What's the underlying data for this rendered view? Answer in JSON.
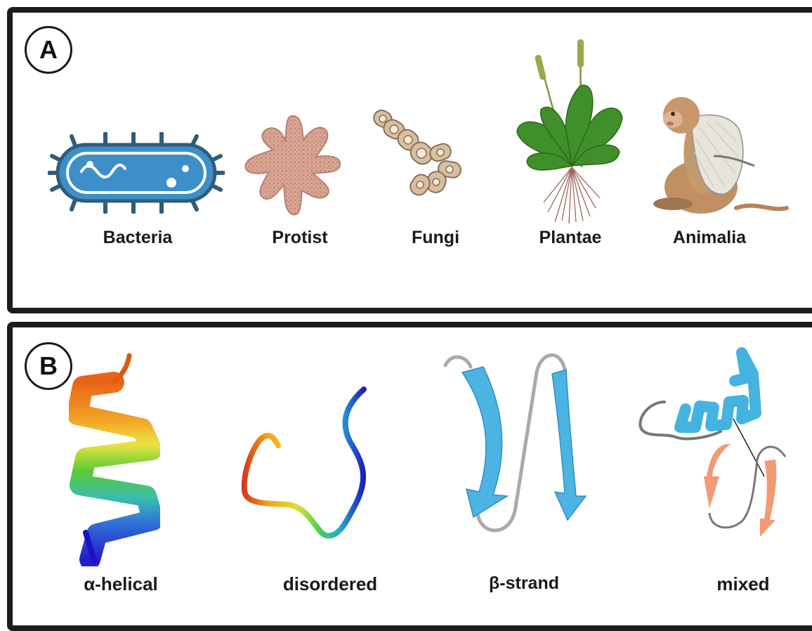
{
  "panel_a": {
    "badge": "A",
    "items": [
      {
        "label": "Bacteria",
        "icon": "bacteria-icon"
      },
      {
        "label": "Protist",
        "icon": "protist-icon"
      },
      {
        "label": "Fungi",
        "icon": "fungi-icon"
      },
      {
        "label": "Plantae",
        "icon": "plant-icon"
      },
      {
        "label": "Animalia",
        "icon": "monkey-icon"
      }
    ]
  },
  "panel_b": {
    "badge": "B",
    "items": [
      {
        "label": "α-helical",
        "icon": "alpha-helix-icon"
      },
      {
        "label": "disordered",
        "icon": "disordered-coil-icon"
      },
      {
        "label": "β-strand",
        "icon": "beta-strand-icon"
      },
      {
        "label": "mixed",
        "icon": "mixed-structure-icon"
      }
    ]
  },
  "colors": {
    "border": "#1c1c1c",
    "bacteria_blue": "#3d8fc9",
    "beta_blue": "#4cb4e3",
    "beta_orange": "#f29a76"
  }
}
